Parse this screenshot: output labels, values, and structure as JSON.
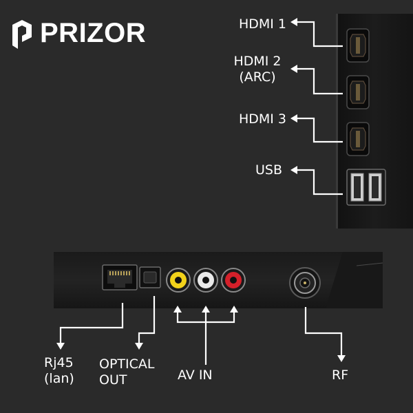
{
  "brand": {
    "name": "PRIZOR",
    "logo_icon": "prizor-logo-icon"
  },
  "side_ports": [
    {
      "id": "hdmi1",
      "lines": [
        "HDMI 1"
      ],
      "type": "hdmi-port"
    },
    {
      "id": "hdmi2",
      "lines": [
        "HDMI 2",
        "(ARC)"
      ],
      "type": "hdmi-port"
    },
    {
      "id": "hdmi3",
      "lines": [
        "HDMI 3"
      ],
      "type": "hdmi-port"
    },
    {
      "id": "usb",
      "lines": [
        "USB"
      ],
      "type": "usb-port"
    }
  ],
  "bottom_ports": [
    {
      "id": "rj45",
      "lines": [
        "Rj45",
        "(lan)"
      ],
      "type": "ethernet-port"
    },
    {
      "id": "optical",
      "lines": [
        "OPTICAL",
        "OUT"
      ],
      "type": "optical-port"
    },
    {
      "id": "av_in",
      "lines": [
        "AV IN"
      ],
      "type": "rca-ports"
    },
    {
      "id": "rf",
      "lines": [
        "RF"
      ],
      "type": "coax-port"
    }
  ],
  "colors": {
    "background": "#2a2a2a",
    "panel": "#161616",
    "text": "#ffffff",
    "rca_yellow": "#f2d21a",
    "rca_white": "#e9e9e9",
    "rca_red": "#d4202a"
  }
}
